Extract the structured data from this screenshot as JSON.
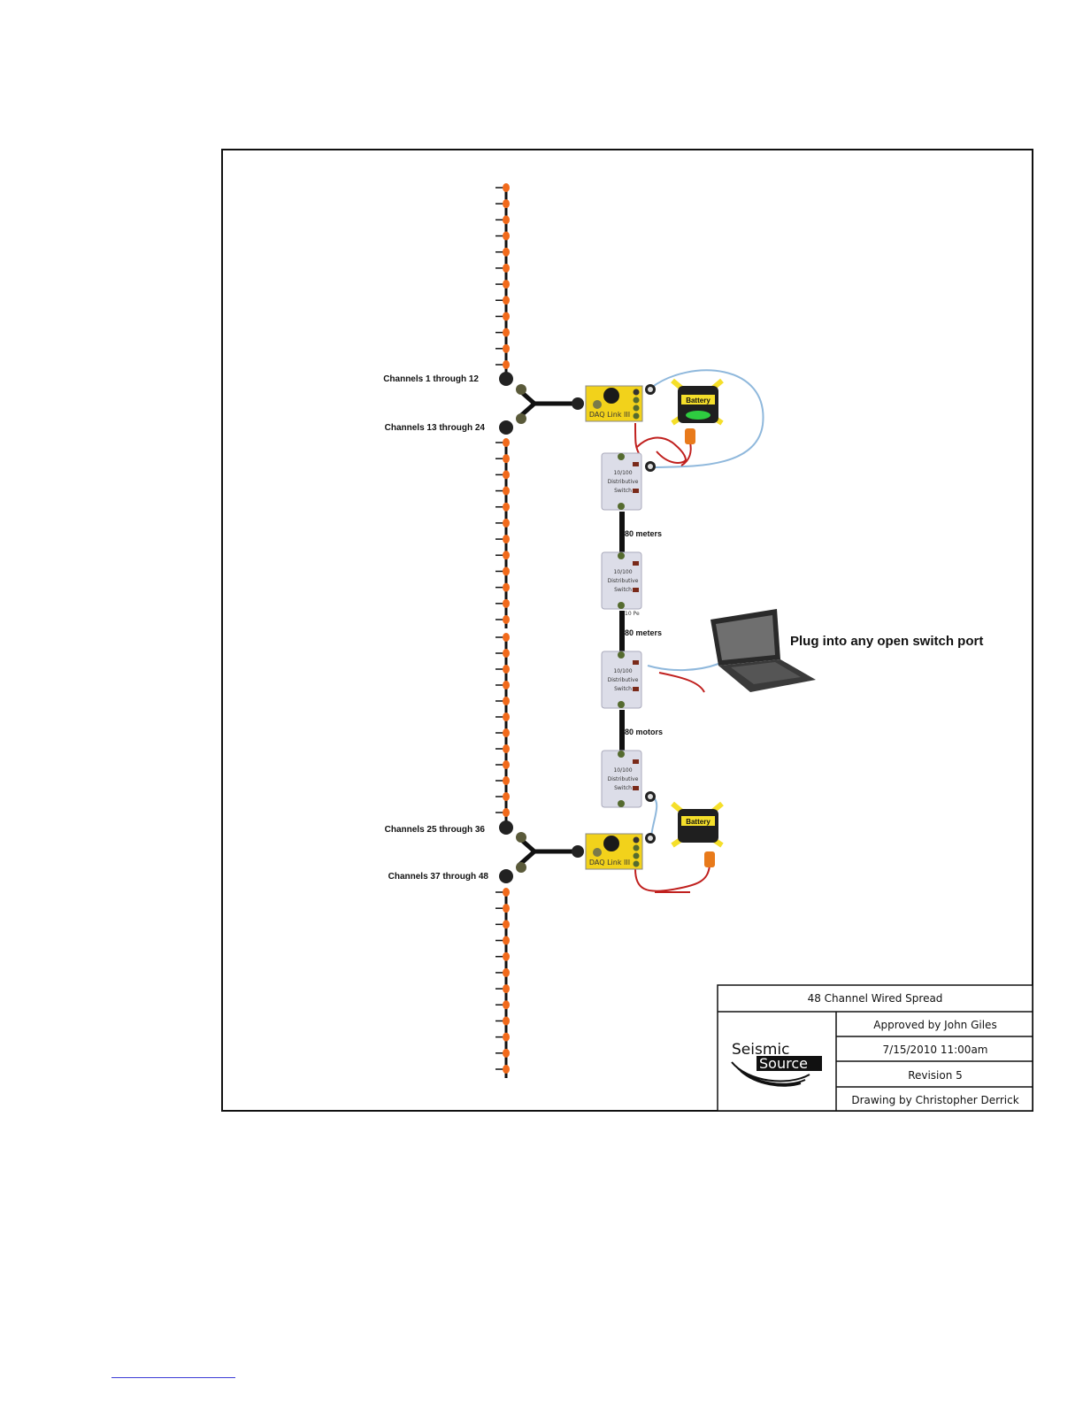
{
  "channel_labels": [
    "Channels 1 through 12",
    "Channels 13 through 24",
    "Channels 25 through 36",
    "Channels 37 through 48"
  ],
  "daq_label": "DAQ Link III",
  "battery_label": "Battery",
  "switch_label": [
    "10/100",
    "Distributive",
    "Switch"
  ],
  "cable_labels": [
    "80 meters",
    "80 meters",
    "80 motors"
  ],
  "port_tag": "10 Pe",
  "laptop_note": "Plug into any open switch port",
  "title_block": {
    "title": "48 Channel Wired Spread",
    "logo_top": "Seismic",
    "logo_bottom": "Source",
    "approved": "Approved by John Giles",
    "date": "7/15/2010 11:00am",
    "revision": "Revision 5",
    "drawn_by": "Drawing by Christopher Derrick"
  },
  "colors": {
    "geophone": "#f26a1b",
    "daq": "#f2d21b",
    "battery": "#f5df2a",
    "switch": "#dcdde8",
    "ethernet": "#8fb8dc",
    "power": "#c0201e",
    "cable": "#111111"
  }
}
